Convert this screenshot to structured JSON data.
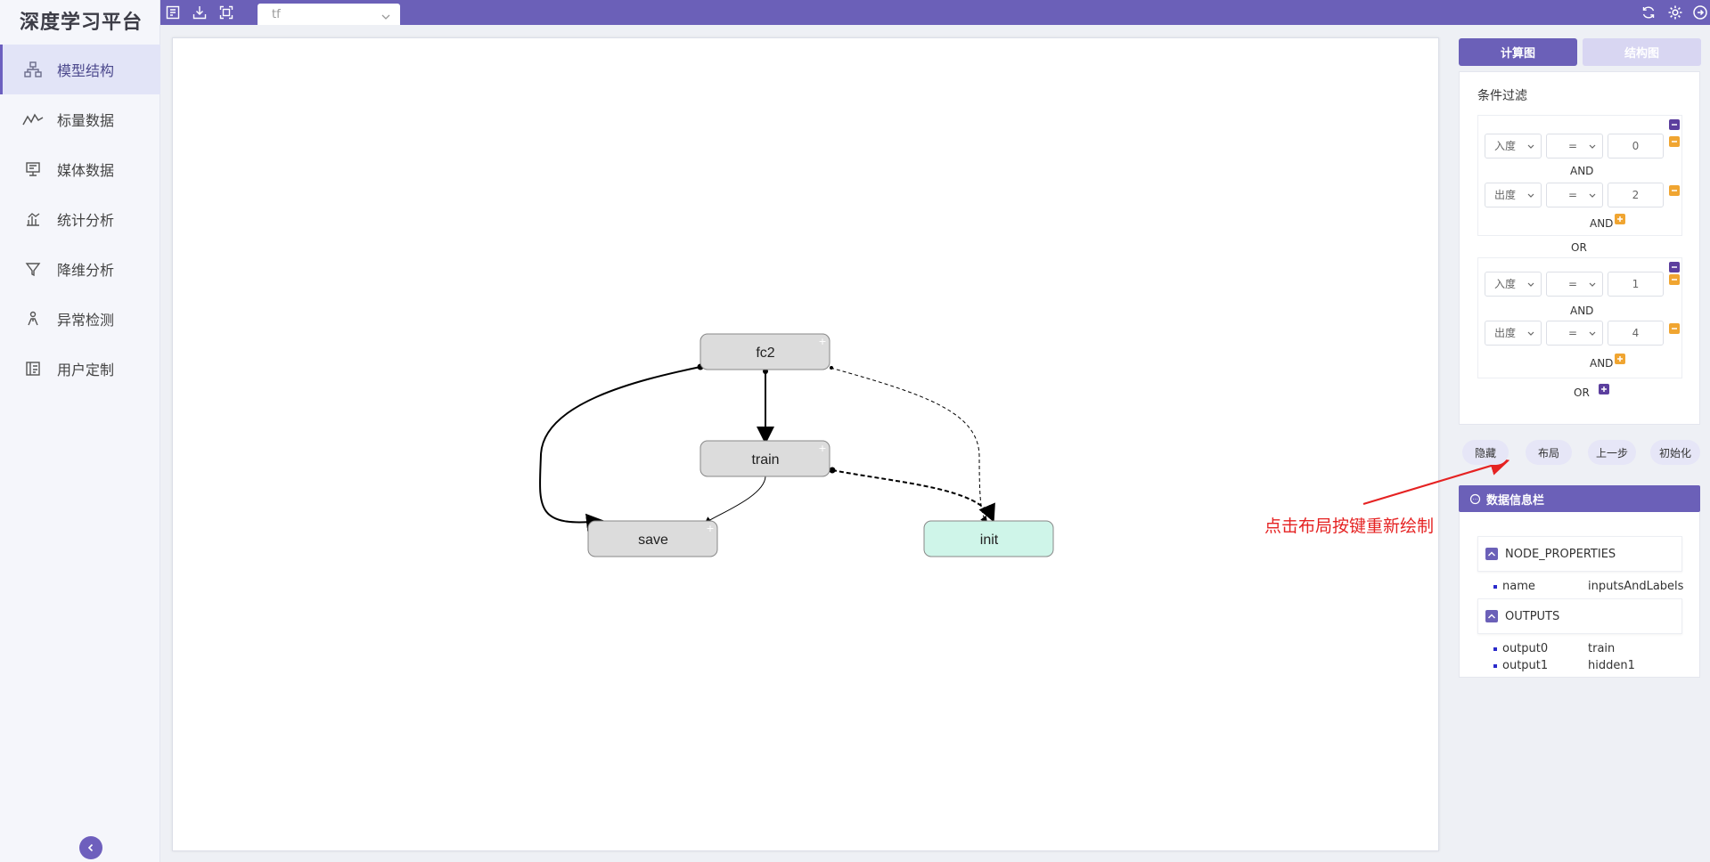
{
  "app": {
    "title": "深度学习平台"
  },
  "sidebar": {
    "items": [
      {
        "label": "模型结构",
        "icon": "model-structure-icon",
        "active": true
      },
      {
        "label": "标量数据",
        "icon": "scalar-line-icon"
      },
      {
        "label": "媒体数据",
        "icon": "media-monitor-icon"
      },
      {
        "label": "统计分析",
        "icon": "statistics-bar-icon"
      },
      {
        "label": "降维分析",
        "icon": "funnel-icon"
      },
      {
        "label": "异常检测",
        "icon": "anomaly-person-icon"
      },
      {
        "label": "用户定制",
        "icon": "custom-panel-icon"
      }
    ]
  },
  "topbar": {
    "tab_label": "tf",
    "icons": [
      "upload-icon",
      "download-icon",
      "fit-screen-icon",
      "refresh-icon",
      "settings-icon",
      "export-icon"
    ]
  },
  "graph": {
    "nodes": [
      {
        "id": "fc2",
        "label": "fc2",
        "fill": "#dcdcdc"
      },
      {
        "id": "train",
        "label": "train",
        "fill": "#dcdcdc"
      },
      {
        "id": "save",
        "label": "save",
        "fill": "#dcdcdc"
      },
      {
        "id": "init",
        "label": "init",
        "fill": "#cff5e9"
      }
    ],
    "edges": [
      {
        "from": "fc2",
        "to": "train",
        "style": "solid"
      },
      {
        "from": "fc2",
        "to": "save",
        "style": "solid"
      },
      {
        "from": "train",
        "to": "save",
        "style": "solid-thin"
      },
      {
        "from": "fc2",
        "to": "init",
        "style": "dashed-thin"
      },
      {
        "from": "train",
        "to": "init",
        "style": "dashed"
      }
    ]
  },
  "right_panel": {
    "tabs": [
      {
        "label": "计算图",
        "active": true
      },
      {
        "label": "结构图",
        "active": false
      }
    ],
    "filter": {
      "title": "条件过滤",
      "groups": [
        {
          "rows": [
            {
              "field": "入度",
              "op": "=",
              "value": "0"
            },
            {
              "field": "出度",
              "op": "=",
              "value": "2"
            }
          ],
          "and_label": "AND",
          "trailing_and": "AND"
        },
        {
          "rows": [
            {
              "field": "入度",
              "op": "=",
              "value": "1"
            },
            {
              "field": "出度",
              "op": "=",
              "value": "4"
            }
          ],
          "and_label": "AND",
          "trailing_and": "AND"
        }
      ],
      "or_label": "OR",
      "trailing_or": "OR"
    },
    "actions": [
      {
        "label": "隐藏"
      },
      {
        "label": "布局"
      },
      {
        "label": "上一步"
      },
      {
        "label": "初始化"
      }
    ],
    "info": {
      "header": "数据信息栏",
      "sections": [
        {
          "title": "NODE_PROPERTIES",
          "props": [
            {
              "key": "name",
              "value": "inputsAndLabels"
            }
          ]
        },
        {
          "title": "OUTPUTS",
          "props": [
            {
              "key": "output0",
              "value": "train"
            },
            {
              "key": "output1",
              "value": "hidden1"
            }
          ]
        }
      ]
    }
  },
  "annotation": {
    "text": "点击布局按键重新绘制",
    "color": "#e52222"
  },
  "colors": {
    "accent": "#6b60b8",
    "orange": "#f0a531",
    "init_node": "#cff5e9"
  }
}
